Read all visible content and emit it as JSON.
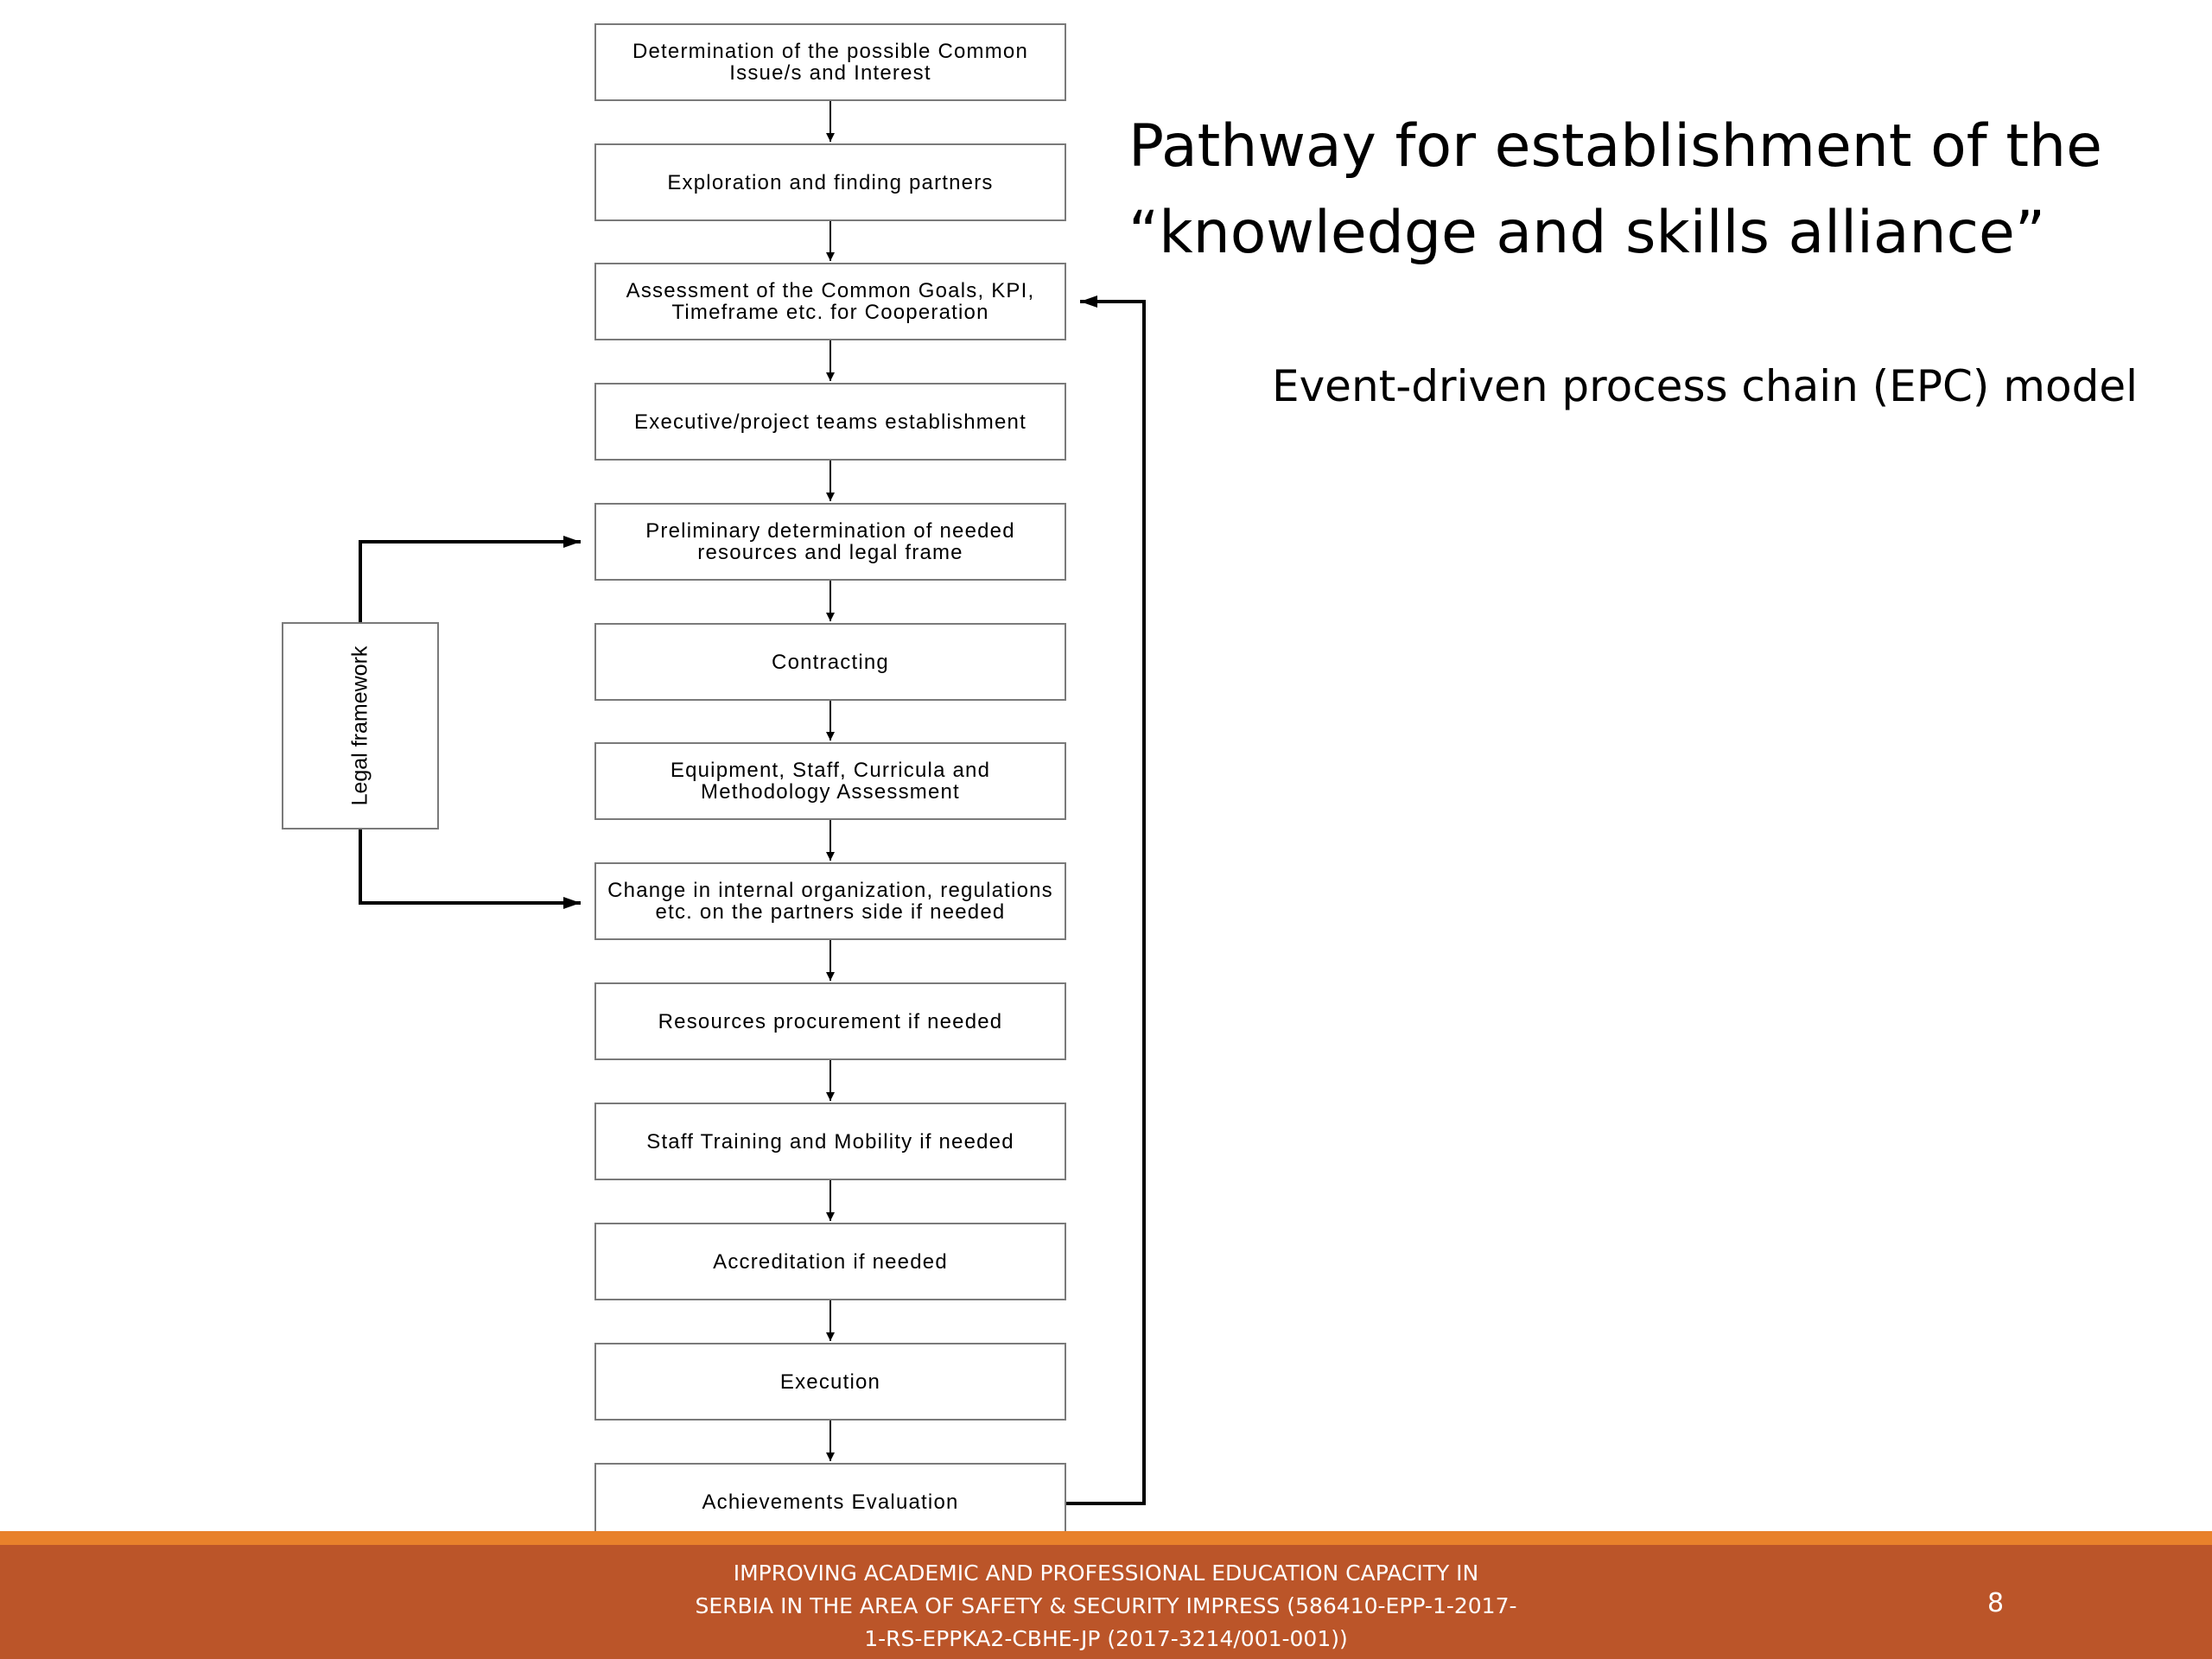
{
  "title": "Pathway for establishment of the “knowledge and skills alliance”",
  "subtitle": "Event-driven process chain (EPC) model",
  "diagram": {
    "steps": [
      "Determination of the possible Common Issue/s and Interest",
      "Exploration and finding partners",
      "Assessment of the Common Goals, KPI, Timeframe etc. for Cooperation",
      "Executive/project teams establishment",
      "Preliminary determination of needed resources and legal frame",
      "Contracting",
      "Equipment, Staff, Curricula and Methodology Assessment",
      "Change in internal organization, regulations etc. on the partners side if needed",
      "Resources procurement if needed",
      "Staff Training and Mobility if needed",
      "Accreditation if needed",
      "Execution",
      "Achievements Evaluation"
    ],
    "side_box": "Legal framework"
  },
  "footer": {
    "text": "IMPROVING ACADEMIC AND PROFESSIONAL EDUCATION CAPACITY IN SERBIA IN THE AREA OF SAFETY & SECURITY IMPRESS  (586410-EPP-1-2017-1-RS-EPPKA2-CBHE-JP (2017-3214/001-001))",
    "page_number": "8",
    "band_color": "#bb5529",
    "accent_color": "#e8812b"
  }
}
